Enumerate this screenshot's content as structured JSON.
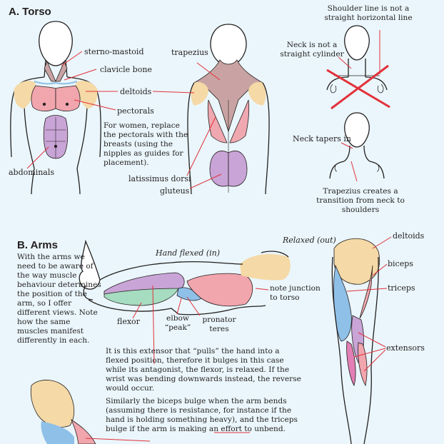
{
  "sections": {
    "torso": {
      "heading": "A. Torso"
    },
    "arms": {
      "heading": "B. Arms",
      "intro": "With the arms we need to be aware of the way muscle behaviour determines the position of the arm, so I offer different views. Note how the same muscles manifest differently in each."
    }
  },
  "torso_front_labels": {
    "sterno": "sterno-mastoid",
    "clavicle": "clavicle bone",
    "deltoids": "deltoids",
    "pectorals": "pectorals",
    "abdominals": "abdominals",
    "women_note": "For women, replace the pectorals with the breasts (using the nipples as guides for placement)."
  },
  "torso_back_labels": {
    "trapezius": "trapezius",
    "latissimus": "latissimus dorsi",
    "gluteus": "gluteus"
  },
  "neck_notes": {
    "shoulder_line": "Shoulder line is not a straight horizontal line",
    "neck_cylinder": "Neck is not a straight cylinder",
    "neck_tapers": "Neck tapers in",
    "trapezius_transition": "Trapezius creates a transition from neck to shoulders"
  },
  "arm_flexed": {
    "title": "Hand flexed (in)",
    "flexor": "flexor",
    "elbow_peak": "elbow “peak”",
    "pronator": "pronator teres",
    "junction": "note junction to torso"
  },
  "arm_relaxed": {
    "title": "Relaxed (out)",
    "deltoids": "deltoids",
    "biceps": "biceps",
    "triceps": "triceps",
    "extensors": "extensors"
  },
  "explanations": {
    "extensor": "It is this extensor that “pulls” the hand into a flexed position, therefore it bulges in this case while its antagonist, the flexor, is relaxed. If the wrist was bending downwards instead, the reverse would occur.",
    "biceps": "Similarly the biceps bulge when the arm bends (assuming there is resistance, for instance if the hand is holding something heavy), and the triceps bulge if the arm is making an effort to unbend."
  },
  "colors": {
    "background": "#eaf6fb",
    "deltoid": "#f5d9a6",
    "pectoral": "#f1a5ad",
    "abdominal": "#c9a4d6",
    "trapezius": "#c9a3a3",
    "latissimus": "#f0a8b0",
    "gluteus": "#c9a4d6",
    "triceps": "#8fc0e8",
    "biceps": "#f1a5ad",
    "flexor": "#a6dcc0",
    "extensor_pink": "#e27fb4",
    "leader_line": "#e3313b",
    "cross": "#e3313b"
  }
}
